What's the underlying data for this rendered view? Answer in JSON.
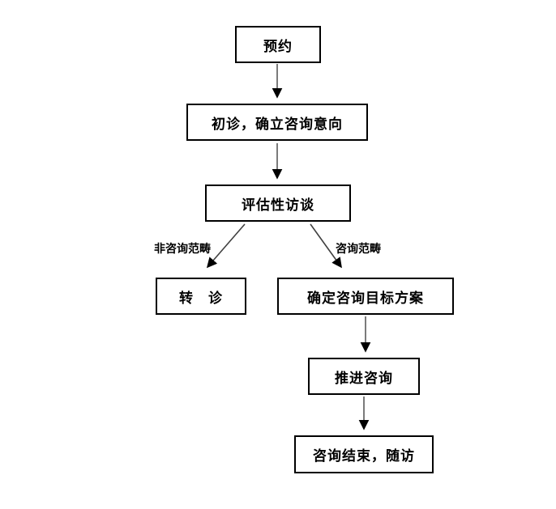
{
  "diagram": {
    "type": "flowchart",
    "nodes": [
      {
        "id": "appointment",
        "label": "预约"
      },
      {
        "id": "initial-visit",
        "label": "初诊，确立咨询意向"
      },
      {
        "id": "assessment",
        "label": "评估性访谈"
      },
      {
        "id": "referral",
        "label": "转　诊"
      },
      {
        "id": "goal-plan",
        "label": "确定咨询目标方案"
      },
      {
        "id": "advance-counseling",
        "label": "推进咨询"
      },
      {
        "id": "end-followup",
        "label": "咨询结束，随访"
      }
    ],
    "edge_labels": [
      {
        "id": "non-counseling-scope",
        "label": "非咨询范畴"
      },
      {
        "id": "counseling-scope",
        "label": "咨询范畴"
      }
    ],
    "colors": {
      "background": "#ffffff",
      "box_border": "#000000",
      "text": "#000000",
      "arrow_line": "#5a5a5a",
      "arrow_head": "#000000"
    }
  }
}
